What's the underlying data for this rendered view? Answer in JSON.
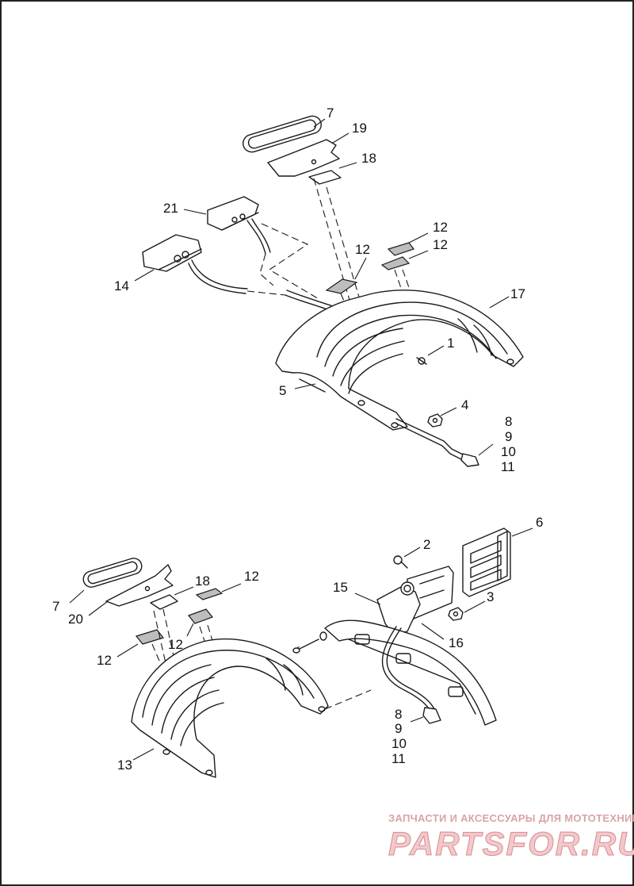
{
  "upper_group": {
    "callouts": [
      {
        "id": "c7a",
        "text": "7"
      },
      {
        "id": "c19",
        "text": "19"
      },
      {
        "id": "c18a",
        "text": "18"
      },
      {
        "id": "c21",
        "text": "21"
      },
      {
        "id": "c12a",
        "text": "12"
      },
      {
        "id": "c12b",
        "text": "12"
      },
      {
        "id": "c12c",
        "text": "12"
      },
      {
        "id": "c14",
        "text": "14"
      },
      {
        "id": "c17",
        "text": "17"
      },
      {
        "id": "c1",
        "text": "1"
      },
      {
        "id": "c5",
        "text": "5"
      },
      {
        "id": "c4",
        "text": "4"
      },
      {
        "id": "c8a",
        "text": "8"
      },
      {
        "id": "c9a",
        "text": "9"
      },
      {
        "id": "c10a",
        "text": "10"
      },
      {
        "id": "c11a",
        "text": "11"
      }
    ]
  },
  "lower_group": {
    "callouts": [
      {
        "id": "c6",
        "text": "6"
      },
      {
        "id": "c2",
        "text": "2"
      },
      {
        "id": "c7b",
        "text": "7"
      },
      {
        "id": "c18b",
        "text": "18"
      },
      {
        "id": "c12d",
        "text": "12"
      },
      {
        "id": "c15",
        "text": "15"
      },
      {
        "id": "c3",
        "text": "3"
      },
      {
        "id": "c20",
        "text": "20"
      },
      {
        "id": "c12e",
        "text": "12"
      },
      {
        "id": "c16",
        "text": "16"
      },
      {
        "id": "c12f",
        "text": "12"
      },
      {
        "id": "c8b",
        "text": "8"
      },
      {
        "id": "c9b",
        "text": "9"
      },
      {
        "id": "c10b",
        "text": "10"
      },
      {
        "id": "c13",
        "text": "13"
      },
      {
        "id": "c11b",
        "text": "11"
      }
    ]
  },
  "watermark": {
    "tagline": "ЗАПЧАСТИ И АКСЕССУАРЫ ДЛЯ МОТОТЕХНИКИ",
    "brand": "PARTSFOR.RU",
    "tagline_color": "#d9a3a6",
    "brand_color": "#f2c9cb"
  }
}
